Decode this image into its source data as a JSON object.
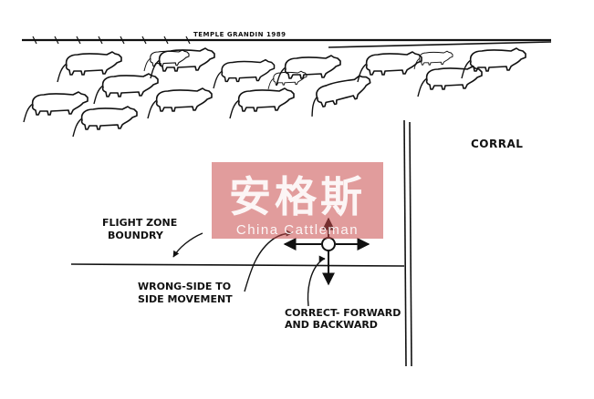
{
  "diagram": {
    "fence_label": "TEMPLE GRANDIN 1989",
    "corral_label": "CORRAL",
    "flight_zone_label_line1": "FLIGHT ZONE",
    "flight_zone_label_line2": "BOUNDRY",
    "wrong_label_line1": "WRONG-SIDE TO",
    "wrong_label_line2": "SIDE MOVEMENT",
    "correct_label_line1": "CORRECT- FORWARD",
    "correct_label_line2": "AND BACKWARD",
    "cattle_count": 16
  },
  "watermark": {
    "chinese_text": "安格斯",
    "english_text": "China Cattleman",
    "colors": {
      "box": "#c84b4b",
      "text": "#ffffff"
    }
  },
  "colors": {
    "ink": "#111111",
    "background": "#ffffff"
  }
}
